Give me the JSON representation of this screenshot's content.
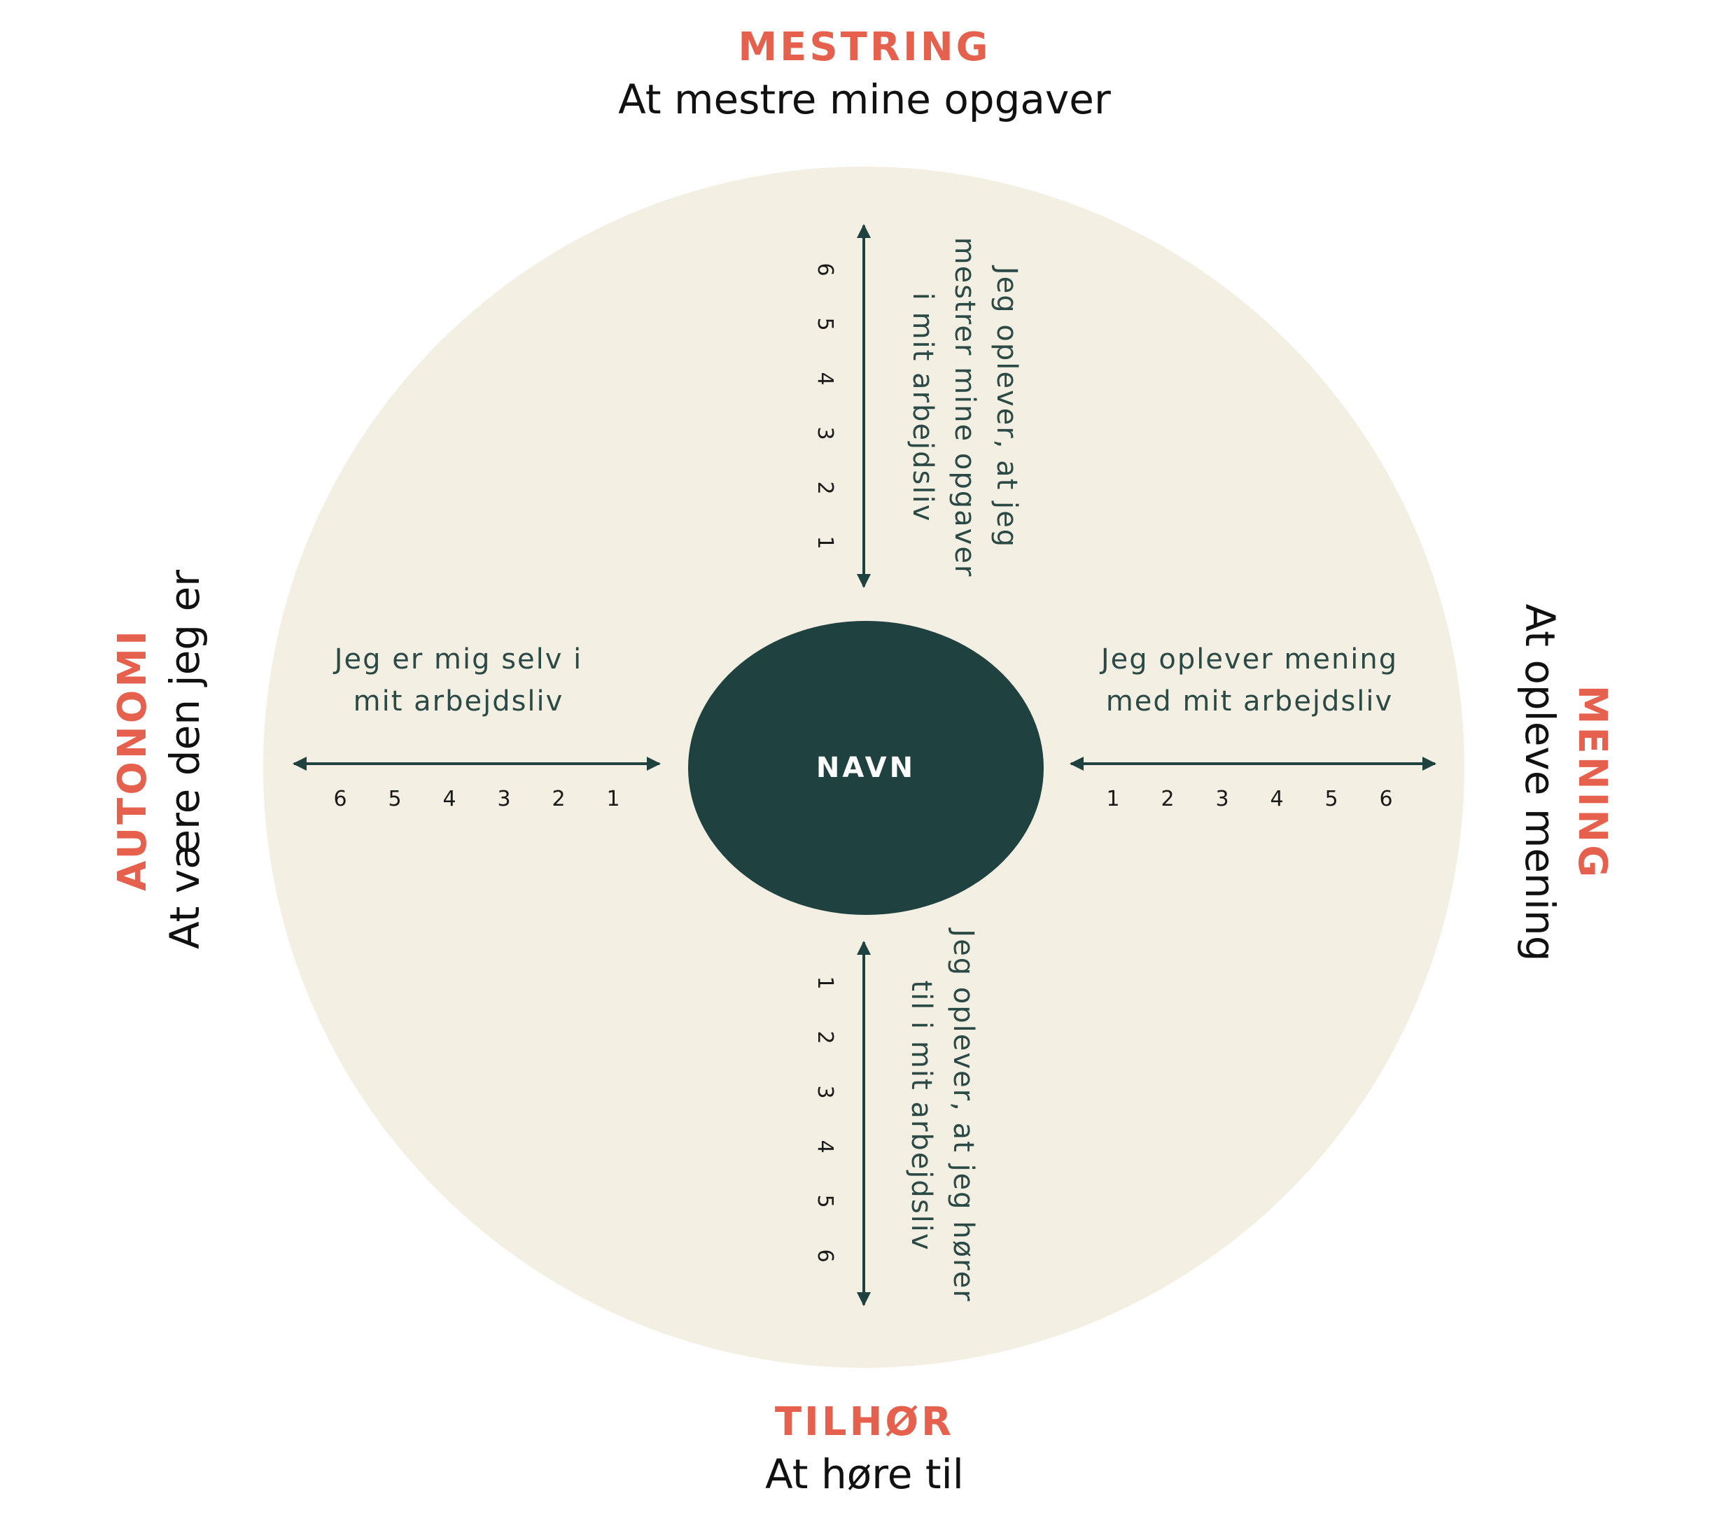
{
  "center": {
    "label": "NAVN"
  },
  "categories": {
    "top": {
      "title": "MESTRING",
      "subtitle": "At mestre mine opgaver",
      "statement": [
        "Jeg oplever, at jeg",
        "mestrer mine opgaver",
        "i mit arbejdsliv"
      ]
    },
    "right": {
      "title": "MENING",
      "subtitle": "At opleve mening",
      "statement": [
        "Jeg oplever mening",
        "med mit arbejdsliv"
      ]
    },
    "bottom": {
      "title": "TILHØR",
      "subtitle": "At høre til",
      "statement": [
        "Jeg oplever, at jeg hører",
        "til i mit arbejdsliv"
      ]
    },
    "left": {
      "title": "AUTONOMI",
      "subtitle": "At være den jeg er",
      "statement": [
        "Jeg er mig selv i",
        "mit arbejdsliv"
      ]
    }
  },
  "scales": {
    "top": [
      "6",
      "5",
      "4",
      "3",
      "2",
      "1"
    ],
    "right": [
      "1",
      "2",
      "3",
      "4",
      "5",
      "6"
    ],
    "bottom": [
      "1",
      "2",
      "3",
      "4",
      "5",
      "6"
    ],
    "left": [
      "6",
      "5",
      "4",
      "3",
      "2",
      "1"
    ]
  },
  "colors": {
    "accent": "#e5604d",
    "dark_green": "#1f4240",
    "circle_fill": "#f4efe3",
    "statement_text": "#2b4a45"
  }
}
